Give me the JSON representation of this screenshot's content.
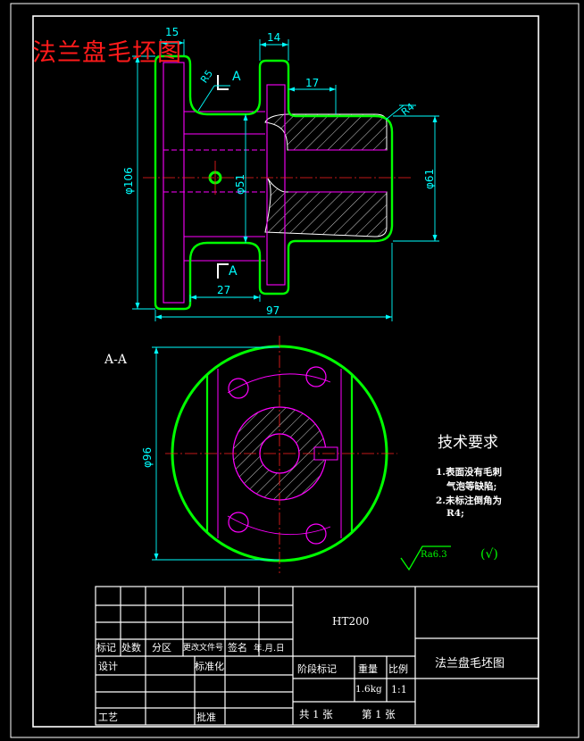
{
  "title": "法兰盘毛坯图",
  "section_label": "A-A",
  "section_marker": "A",
  "dims": {
    "d15": "15",
    "d14": "14",
    "r5": "R5",
    "d17": "17",
    "r4": "R4",
    "phi106": "φ106",
    "phi51": "φ51",
    "phi61": "φ61",
    "d27": "27",
    "d97": "97",
    "phi96": "φ96"
  },
  "tech": {
    "heading": "技术要求",
    "line1": "1.表面没有毛刺",
    "line1b": "气泡等缺陷;",
    "line2": "2.未标注倒角为",
    "line2b": "R4;"
  },
  "roughness": {
    "value": "Ra6.3",
    "mark": "(√)"
  },
  "title_block": {
    "material": "HT200",
    "drawing_name": "法兰盘毛坯图",
    "labels": {
      "mark": "标记",
      "count": "处数",
      "zone": "分区",
      "change_doc": "更改文件号",
      "sign": "签名",
      "date": "年.月.日",
      "design": "设计",
      "standard": "标准化",
      "process": "工艺",
      "approve": "批准",
      "stage": "阶段标记",
      "weight": "重量",
      "scale": "比例"
    },
    "weight_value": "1.6kg",
    "scale_value": "1:1",
    "sheets": "共 1 张",
    "sheet_no": "第 1 张"
  },
  "colors": {
    "outline": "#00ff00",
    "hidden": "#ff00ff",
    "dimension": "#00ffff",
    "centerline": "#ff2020",
    "title": "#ff1a1a",
    "frame": "#ffffff"
  }
}
